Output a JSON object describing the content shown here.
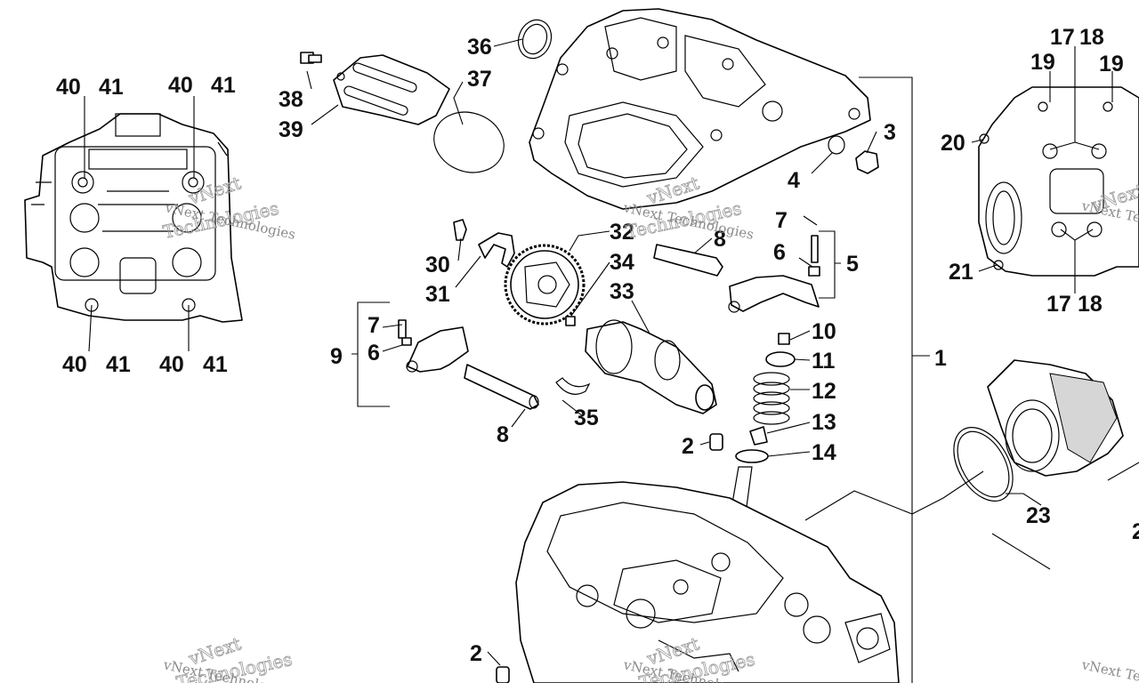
{
  "callouts": {
    "c1": "1",
    "c2": "2",
    "c3": "3",
    "c4": "4",
    "c5": "5",
    "c6": "6",
    "c7": "7",
    "c8": "8",
    "c9": "9",
    "c10": "10",
    "c11": "11",
    "c12": "12",
    "c13": "13",
    "c14": "14",
    "c17": "17",
    "c18": "18",
    "c19": "19",
    "c20": "20",
    "c21": "21",
    "c23": "23",
    "c30": "30",
    "c31": "31",
    "c32": "32",
    "c33": "33",
    "c34": "34",
    "c35": "35",
    "c36": "36",
    "c37": "37",
    "c38": "38",
    "c39": "39",
    "c40": "40",
    "c41": "41"
  },
  "watermark": {
    "logo": "vNext",
    "tech": "Technologies",
    "caption": "vNext Technologies"
  },
  "colors": {
    "ink": "#111111",
    "watermark": "#9a9a9a",
    "background": "#ffffff"
  }
}
